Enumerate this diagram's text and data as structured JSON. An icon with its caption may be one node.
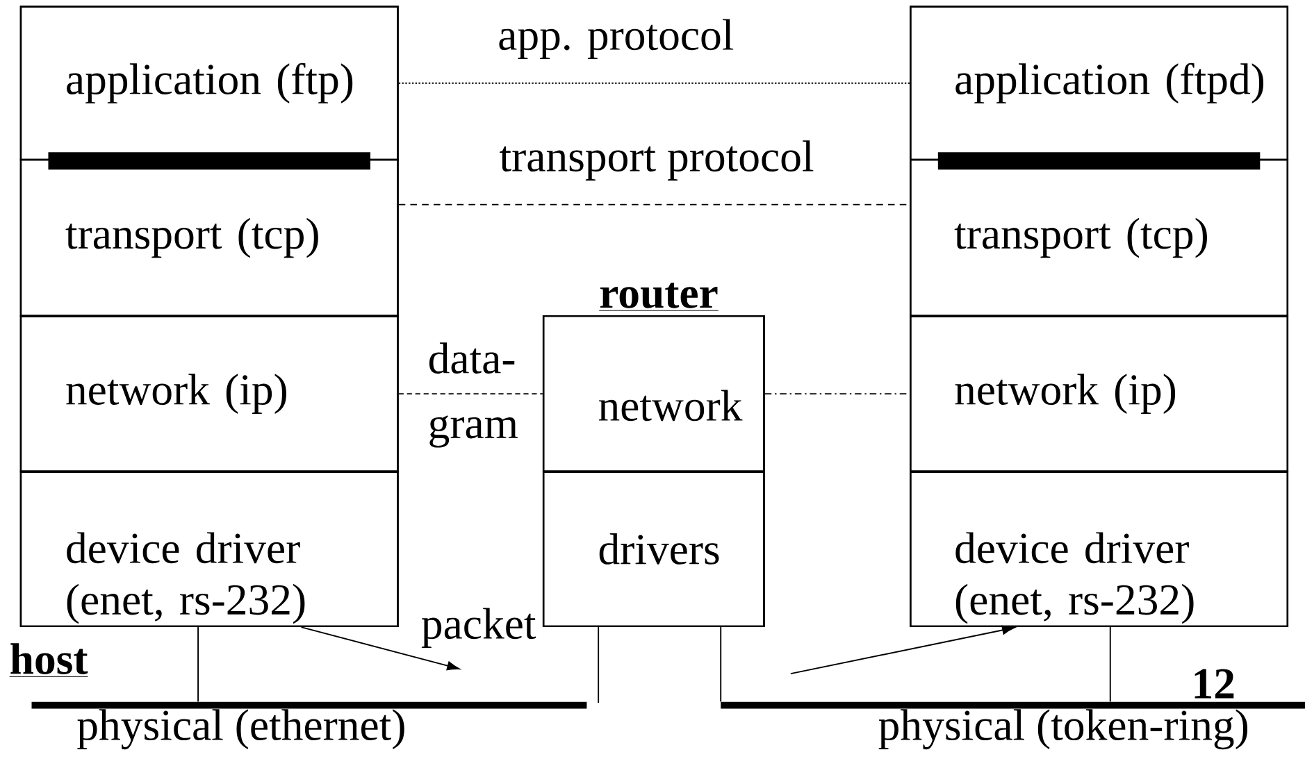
{
  "diagram": {
    "nodes": [
      {
        "text": [
          "host"
        ]
      },
      {
        "text": [
          "application (ftp)"
        ],
        "in": 0
      },
      {
        "text": [
          "transport (tcp)"
        ],
        "in": 0
      },
      {
        "text": [
          "network (ip)"
        ],
        "in": 0
      },
      {
        "text": [
          "device driver (enet, rs-232)"
        ],
        "in": 0
      },
      {
        "text": [
          "router"
        ]
      },
      {
        "text": [
          "network"
        ],
        "in": 5
      },
      {
        "text": [
          "drivers"
        ],
        "in": 5
      },
      {
        "text": [],
        "shape": "box"
      },
      {
        "text": [
          "application (ftpd)"
        ],
        "in": 8
      },
      {
        "text": [
          "transport (tcp)"
        ],
        "in": 8
      },
      {
        "text": [
          "network (ip)"
        ],
        "in": 8
      },
      {
        "text": [
          "device driver (enet, rs-232)"
        ],
        "in": 8
      },
      {
        "text": [
          "physical (ethernet)"
        ]
      },
      {
        "text": [
          "physical (token-ring)"
        ]
      }
    ],
    "edges": [
      {
        "from": 1,
        "to": 9,
        "arrow": "none",
        "style": "dashed",
        "label": "app. protocol"
      },
      {
        "from": 2,
        "to": 10,
        "arrow": "none",
        "style": "dashed",
        "label": "transport protocol"
      },
      {
        "from": 3,
        "to": 6,
        "arrow": "none",
        "style": "dashed",
        "label": "data- gram"
      },
      {
        "from": 6,
        "to": 11,
        "arrow": "none",
        "style": "dashed"
      },
      {
        "from": 4,
        "to": 13,
        "arrow": "none"
      },
      {
        "from": 7,
        "to": 13,
        "arrow": "none"
      },
      {
        "from": 7,
        "to": 14,
        "arrow": "none"
      },
      {
        "from": 12,
        "to": 14,
        "arrow": "none"
      },
      {
        "from": 4,
        "to": null,
        "arrow": "to",
        "label": "packet"
      },
      {
        "from": null,
        "to": 12,
        "arrow": "to"
      }
    ],
    "labels": [
      "12"
    ]
  }
}
